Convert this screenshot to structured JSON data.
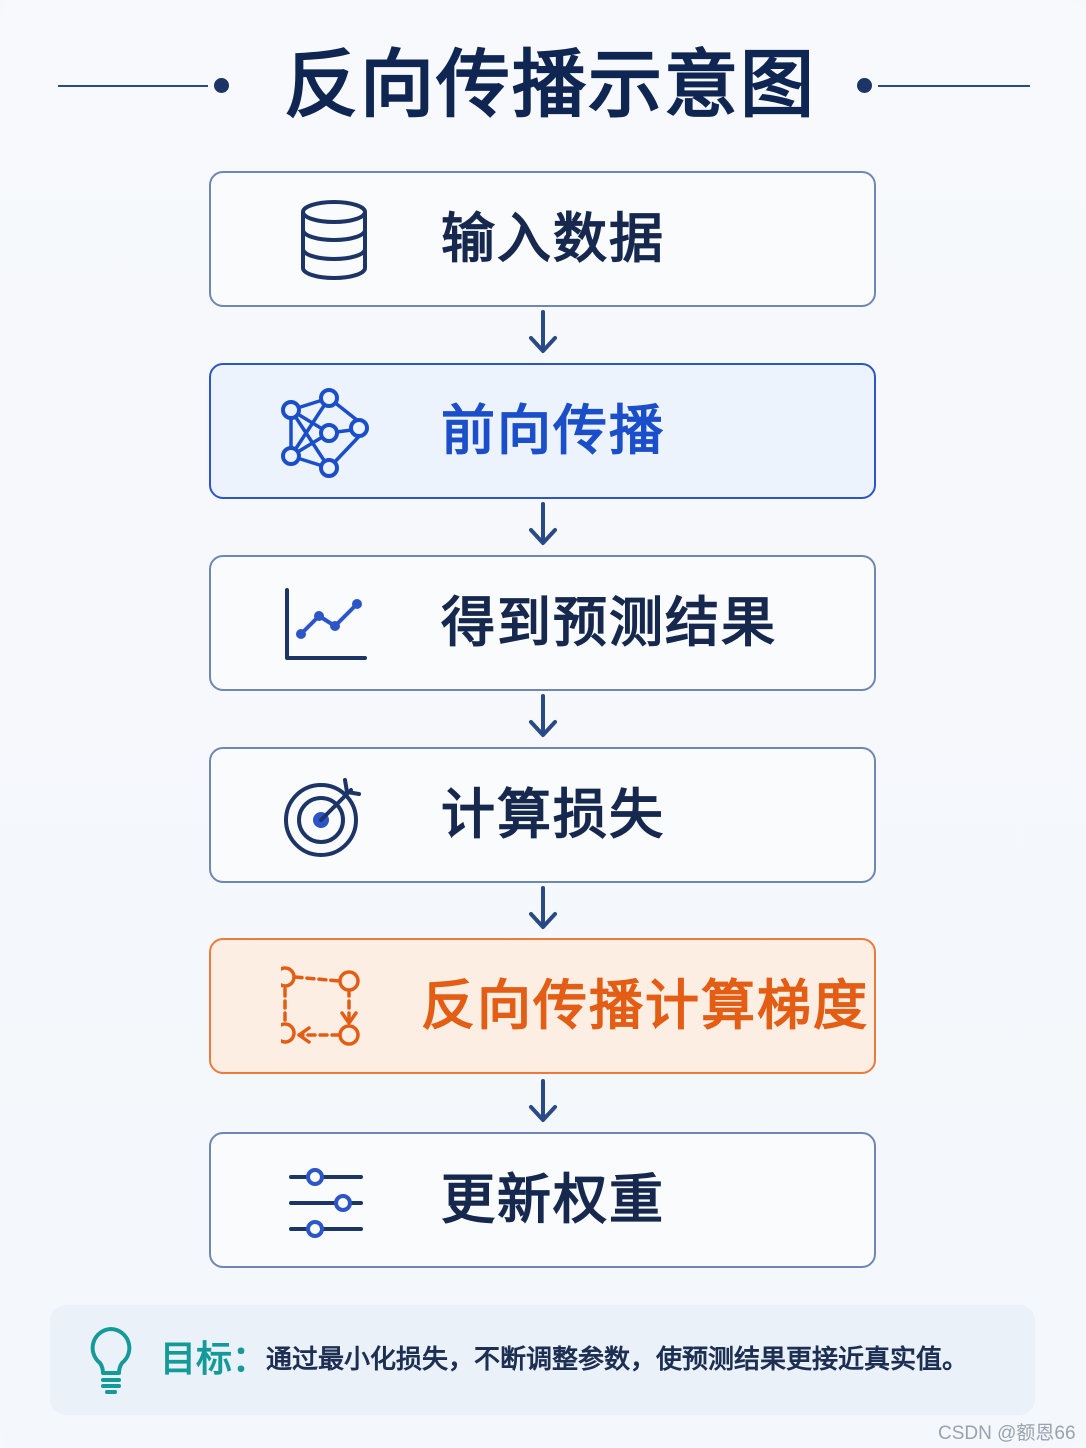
{
  "title": "反向传播示意图",
  "steps": [
    {
      "label": "输入数据",
      "icon": "database-icon",
      "style": "default"
    },
    {
      "label": "前向传播",
      "icon": "neural-network-icon",
      "style": "blue"
    },
    {
      "label": "得到预测结果",
      "icon": "line-chart-icon",
      "style": "default"
    },
    {
      "label": "计算损失",
      "icon": "target-icon",
      "style": "default"
    },
    {
      "label": "反向传播计算梯度",
      "icon": "backprop-cycle-icon",
      "style": "orange"
    },
    {
      "label": "更新权重",
      "icon": "sliders-icon",
      "style": "default"
    }
  ],
  "goal": {
    "label": "目标：",
    "text": "通过最小化损失，不断调整参数，使预测结果更接近真实值。",
    "icon": "lightbulb-icon"
  },
  "watermark": "CSDN @额恩66",
  "colors": {
    "title": "#0f2552",
    "default_border": "#6f87b3",
    "blue_accent": "#1b4fc9",
    "orange_accent": "#e35d14",
    "goal_accent": "#159a9a",
    "arrow": "#2a4a86"
  }
}
